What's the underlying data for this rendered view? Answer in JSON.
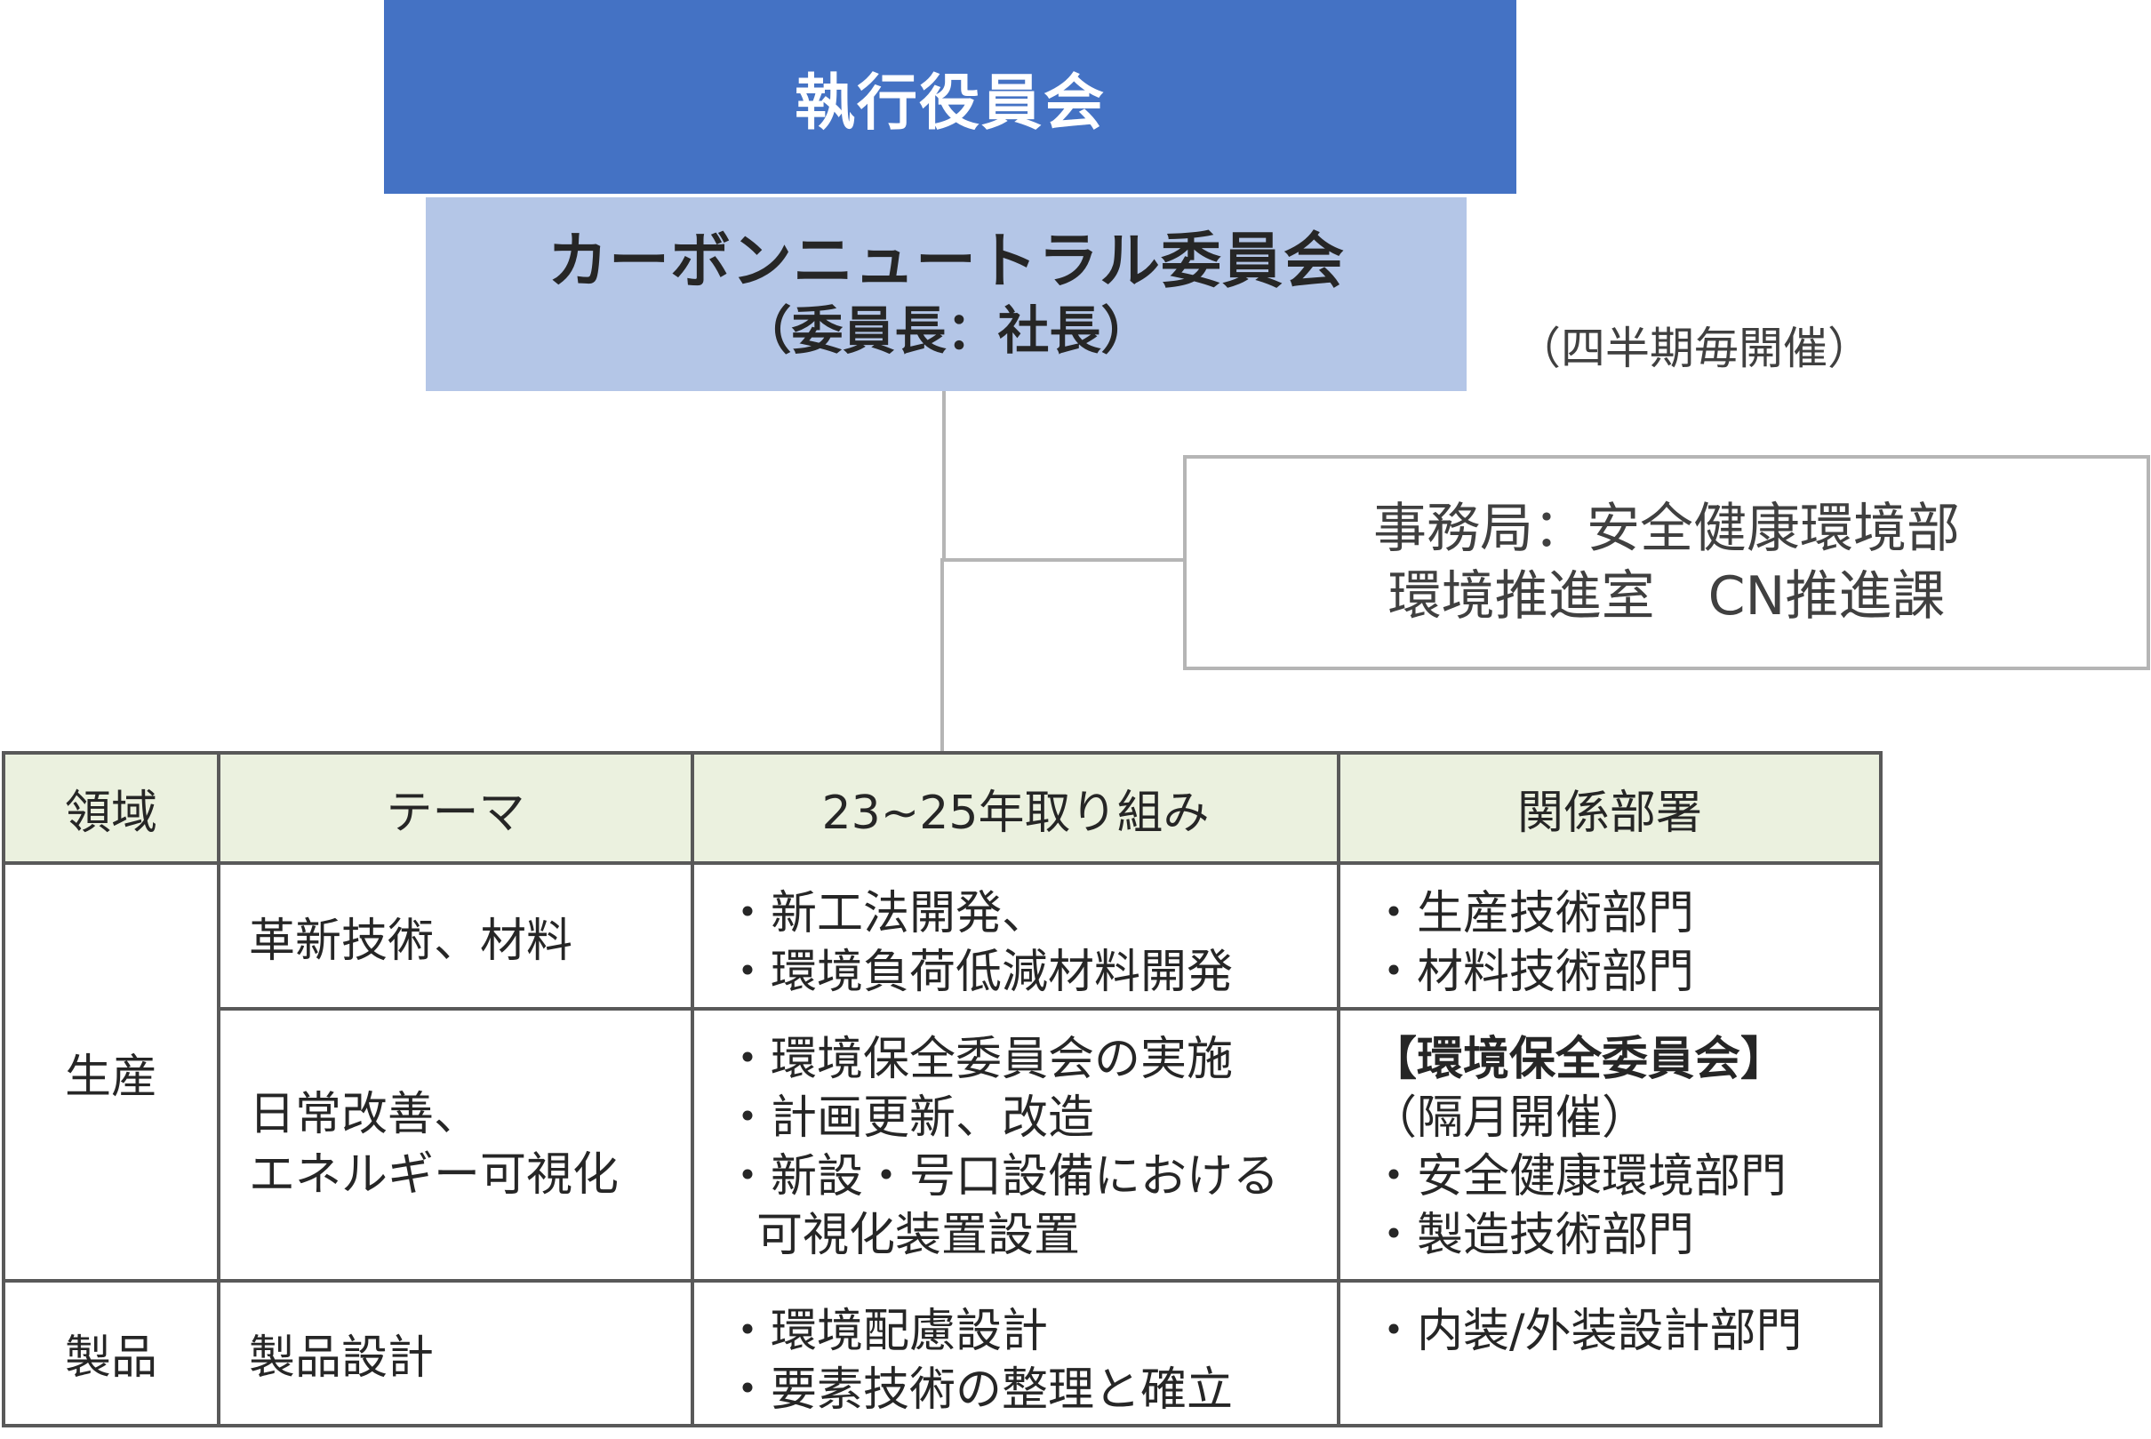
{
  "executive_board": "執行役員会",
  "committee": {
    "name": "カーボンニュートラル委員会",
    "chair": "（委員長：社長）",
    "frequency": "（四半期毎開催）"
  },
  "secretariat": {
    "line1": "事務局：安全健康環境部",
    "line2": "環境推進室　CN推進課"
  },
  "table": {
    "headers": [
      "領域",
      "テーマ",
      "23~25年取り組み",
      "関係部署"
    ],
    "production": {
      "area": "生産",
      "row1": {
        "theme": "革新技術、材料",
        "actions": [
          "・新工法開発、",
          "・環境負荷低減材料開発"
        ],
        "departments": [
          "・生産技術部門",
          "・材料技術部門"
        ]
      },
      "row2": {
        "theme_line1": "日常改善、",
        "theme_line2": "エネルギー可視化",
        "actions": [
          "・環境保全委員会の実施",
          "・計画更新、改造",
          "・新設・号口設備における",
          "可視化装置設置"
        ],
        "departments": [
          "【環境保全委員会】",
          "（隔月開催）",
          "・安全健康環境部門",
          "・製造技術部門"
        ]
      }
    },
    "product": {
      "area": "製品",
      "theme": "製品設計",
      "actions": [
        "・環境配慮設計",
        "・要素技術の整理と確立"
      ],
      "departments": [
        "・内装/外装設計部門"
      ]
    }
  }
}
